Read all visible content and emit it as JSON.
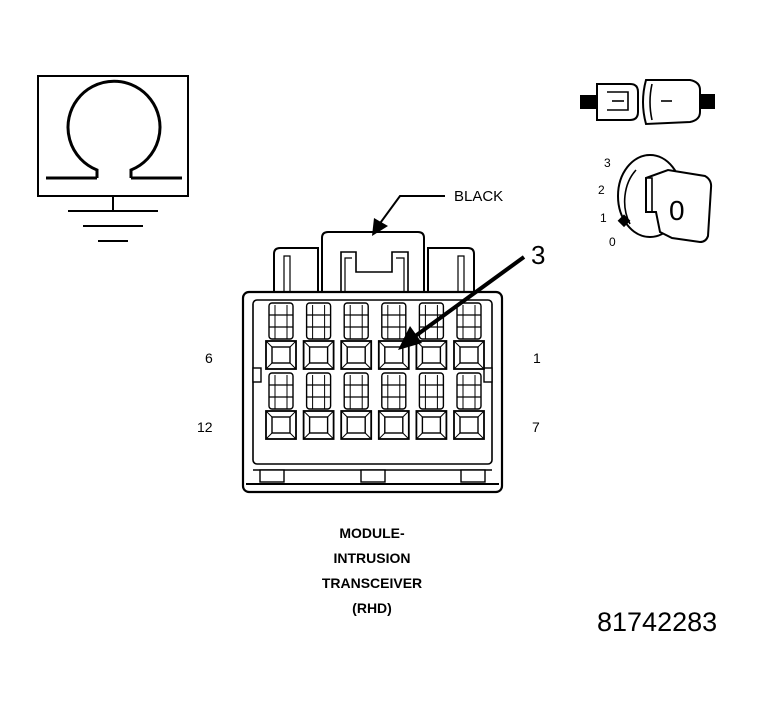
{
  "connector": {
    "color_label": "BLACK",
    "callout_pin": "3",
    "pin_labels": {
      "top_left": "6",
      "top_right": "1",
      "bottom_left": "12",
      "bottom_right": "7"
    },
    "rows": 2,
    "cols": 6
  },
  "ignition_switch": {
    "positions": [
      "3",
      "2",
      "1",
      "0"
    ],
    "key_label": "0"
  },
  "title_lines": [
    "MODULE-",
    "INTRUSION",
    "TRANSCEIVER",
    "(RHD)"
  ],
  "figure_number": "81742283",
  "icons": {
    "meter": "ohmmeter-ground-icon",
    "disconnect": "connector-disconnect-icon",
    "ignition": "ignition-key-off-icon"
  }
}
